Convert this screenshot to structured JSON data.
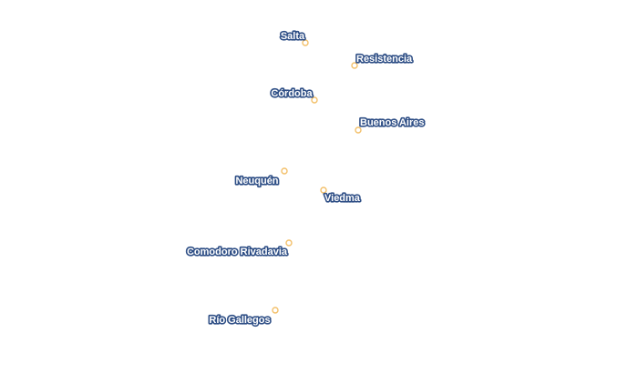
{
  "map": {
    "marker_color": "#f3c06a",
    "label_text_color": "#ffffff",
    "label_halo_color": "#2f4f86",
    "cities": [
      {
        "name": "Salta"
      },
      {
        "name": "Resistencia"
      },
      {
        "name": "Córdoba"
      },
      {
        "name": "Buenos Aires"
      },
      {
        "name": "Neuquén"
      },
      {
        "name": "Viedma"
      },
      {
        "name": "Comodoro Rivadavia"
      },
      {
        "name": "Río Gallegos"
      }
    ]
  }
}
